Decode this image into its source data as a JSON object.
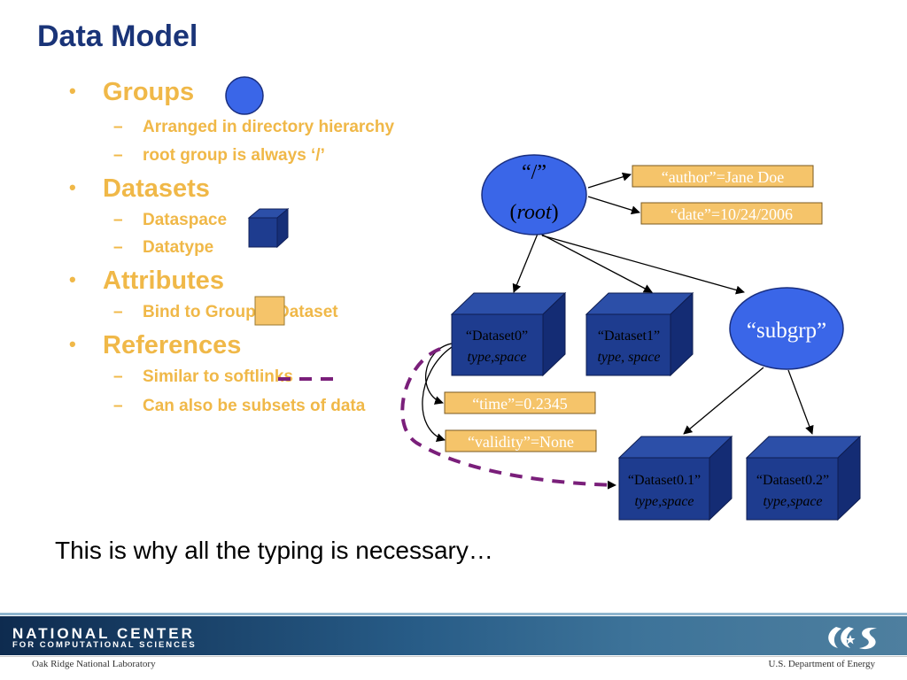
{
  "title": "Data Model",
  "bullets": [
    {
      "label": "Groups",
      "subs": [
        "Arranged in directory hierarchy",
        "root group is always ‘/’"
      ]
    },
    {
      "label": "Datasets",
      "subs": [
        "Dataspace",
        "Datatype"
      ]
    },
    {
      "label": "Attributes",
      "subs": [
        "Bind to Group & Dataset"
      ]
    },
    {
      "label": "References",
      "subs": [
        "Similar to softlinks",
        "Can also be subsets of data"
      ]
    }
  ],
  "bullet_glyph": "•",
  "sub_glyph": "–",
  "tagline": "This is why all the typing is necessary…",
  "diagram": {
    "root_label_1": "“/”",
    "root_label_2": "(",
    "root_label_italic": "root",
    "root_label_3": ")",
    "subgrp_label": "“subgrp”",
    "attr_author": "“author”=Jane Doe",
    "attr_date": "“date”=10/24/2006",
    "attr_time": "“time”=0.2345",
    "attr_validity": "“validity”=None",
    "ds0_name": "“Dataset0”",
    "ds0_type": "type,space",
    "ds1_name": "“Dataset1”",
    "ds1_type": "type, space",
    "ds01_name": "“Dataset0.1”",
    "ds01_type": "type,space",
    "ds02_name": "“Dataset0.2”",
    "ds02_type": "type,space"
  },
  "footer": {
    "org_line1": "NATIONAL CENTER",
    "org_line2": "FOR COMPUTATIONAL SCIENCES",
    "left_text": "Oak Ridge National Laboratory",
    "right_text": "U.S. Department of Energy"
  },
  "colors": {
    "title": "#1a3478",
    "bullet_text": "#f0b848",
    "group_fill": "#3a66e8",
    "dataset_fill": "#1e3c8f",
    "attribute_fill": "#f5c46a",
    "reference_line": "#7a1f7a"
  }
}
